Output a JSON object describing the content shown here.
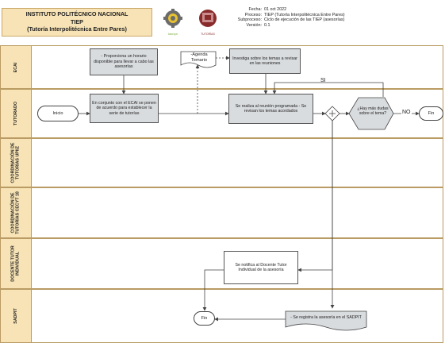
{
  "header": {
    "title_line1": "INSTITUTO POLITÉCNICO NACIONAL",
    "title_line2": "TIEP",
    "title_line3": "(Tutoría Interpolitécnica Entre Pares)",
    "logo1_label": "tutor.ipn",
    "logo2_label": "TUTORÍAS",
    "fecha_label": "Fecha:",
    "fecha_value": "01 oct 2022",
    "proceso_label": "Proceso:",
    "proceso_value": "TIEP (Tutoría Interpolitécnica Entre Pares)",
    "subproceso_label": "Subproceso:",
    "subproceso_value": "Ciclo de ejecución de las TIEP (asesorías)",
    "version_label": "Versión:",
    "version_value": "0.1"
  },
  "lanes": [
    {
      "label": "ECAI"
    },
    {
      "label": "TUTORADO"
    },
    {
      "label": "COORDINACIÓN DE\nTUTORÍAS UPIIZ"
    },
    {
      "label": "COORDINACIÓN DE\nTUTORÍAS CECYT 18"
    },
    {
      "label": "DOCENTE TUTOR\nINDIVIDUAL"
    },
    {
      "label": "SADPIT"
    }
  ],
  "shapes": {
    "propone_horario": "- Proporciona un horario disponible para llevar a cabo las asesorías",
    "agenda_temario": "-Agenda\nTemario",
    "investiga": "Investiga sobre los temas a revisar en las reuniones",
    "inicio": "Inicio",
    "en_conjunto": "En conjunto con el ECAI se ponen de acuerdo para establecer la serie de tutorías",
    "reunion": "Se realiza al reunión programada - Se revisan los temas acordados",
    "dudas": "¿Hay más dudas sobre el tema?",
    "fin1": "Fin",
    "notifica": "Se notifica al Docente Tutor Individual de la asesoría",
    "fin2": "Fin",
    "registra": "- Se registra la asesoría en el SADPIT"
  },
  "labels": {
    "si": "SI",
    "no": "NO"
  },
  "colors": {
    "header_fill": "#f7e3b5",
    "task_fill": "#d9dcdf",
    "line": "#444444"
  }
}
